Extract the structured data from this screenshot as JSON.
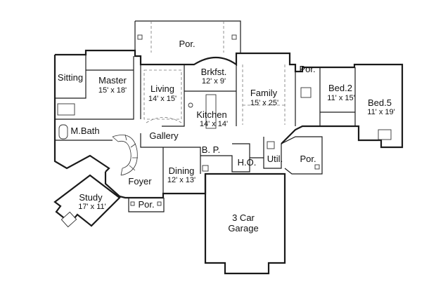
{
  "rooms": {
    "porch_top": {
      "name": "Por."
    },
    "porch_right_top": {
      "name": "Por."
    },
    "porch_right": {
      "name": "Por."
    },
    "porch_front": {
      "name": "Por."
    },
    "sitting": {
      "name": "Sitting"
    },
    "master": {
      "name": "Master",
      "dim": "15' x 18'"
    },
    "living": {
      "name": "Living",
      "dim": "14' x 15'"
    },
    "brkfst": {
      "name": "Brkfst.",
      "dim": "12' x 9'"
    },
    "kitchen": {
      "name": "Kitchen",
      "dim": "14' x 14'"
    },
    "family": {
      "name": "Family",
      "dim": "15' x 25'"
    },
    "bed2": {
      "name": "Bed.2",
      "dim": "11' x 15'"
    },
    "bed5": {
      "name": "Bed.5",
      "dim": "11' x 19'"
    },
    "mbath": {
      "name": "M.Bath"
    },
    "gallery": {
      "name": "Gallery"
    },
    "bp": {
      "name": "B. P."
    },
    "ho": {
      "name": "H.O."
    },
    "util": {
      "name": "Util."
    },
    "dining": {
      "name": "Dining",
      "dim": "12' x 13'"
    },
    "foyer": {
      "name": "Foyer"
    },
    "study": {
      "name": "Study",
      "dim": "17' x 11'"
    },
    "garage": {
      "name": "3 Car",
      "name2": "Garage"
    }
  }
}
